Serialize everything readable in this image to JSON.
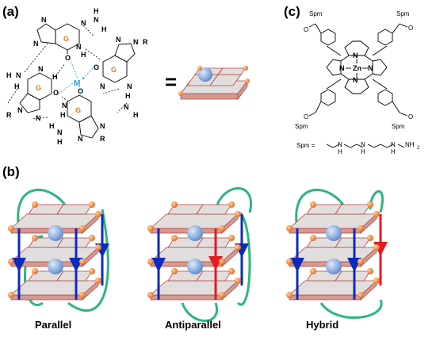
{
  "panels": {
    "a": {
      "label": "(a)",
      "equals": "=",
      "nucleobase_letter": "G",
      "metal_ion": "M",
      "metal_charge": "+",
      "atom_labels": {
        "N": "N",
        "H": "H",
        "O": "O",
        "R": "R"
      }
    },
    "b": {
      "label": "(b)",
      "structures": [
        {
          "caption": "Parallel"
        },
        {
          "caption": "Antiparallel"
        },
        {
          "caption": "Hybrid"
        }
      ]
    },
    "c": {
      "label": "(c)",
      "metal_center": "Zn",
      "nitrogen": "N",
      "substituent": "Spm",
      "carbonyl_o": "O",
      "spm_definition": {
        "label": "Spm =",
        "nh": "N",
        "h": "H",
        "terminal": "NH",
        "subscript": "2"
      }
    }
  },
  "colors": {
    "tile_face": "#e2dede",
    "tile_edge": "#b5443a",
    "node": "#f58220",
    "ion": "#8fb3e3",
    "strand_blue": "#0b2bbf",
    "strand_red": "#e31b23",
    "loop_green": "#2eb67d",
    "metal_label": "#1f9fdc",
    "guanine_label": "#e0781e"
  }
}
